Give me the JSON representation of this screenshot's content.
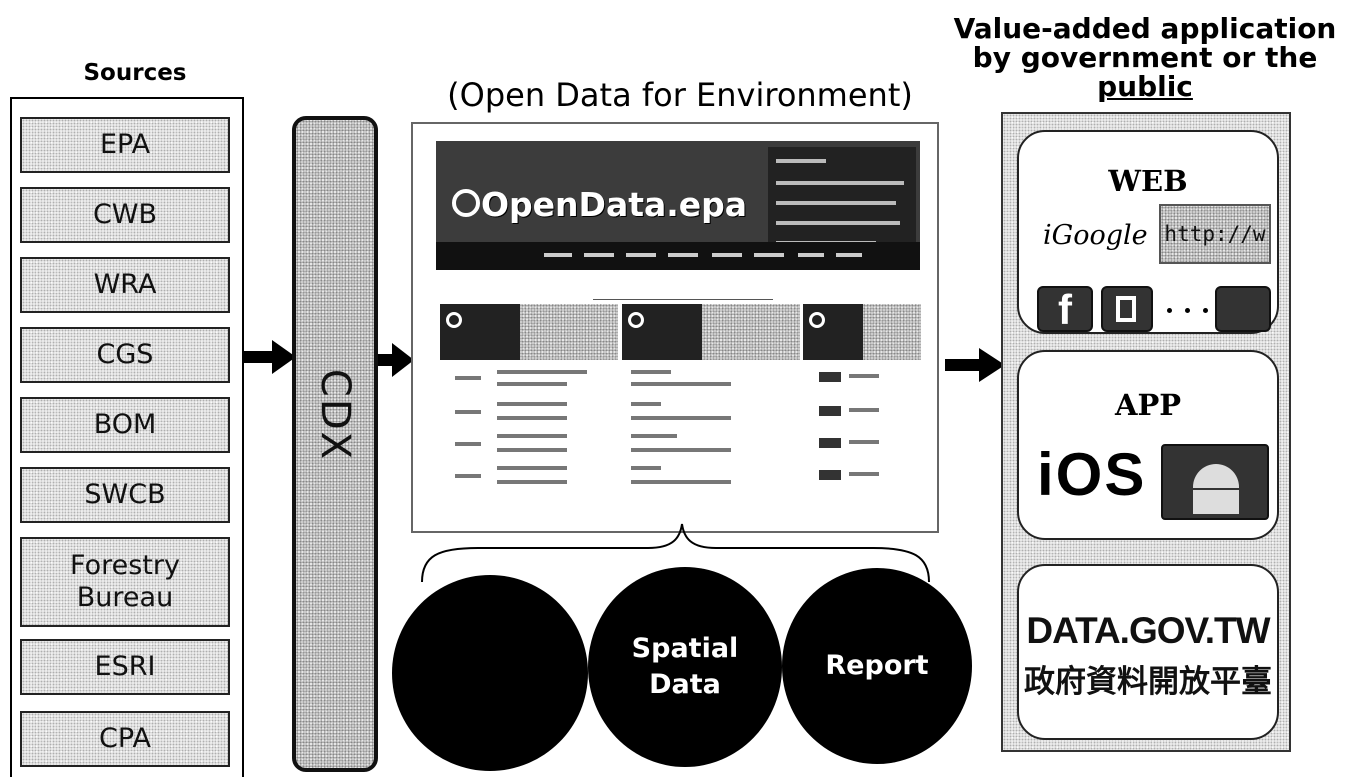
{
  "headings": {
    "sources": "Sources",
    "open_data": "(Open Data for Environment)",
    "value_added_line1": "Value-added application",
    "value_added_line2": "by government or the",
    "value_added_line3": "public"
  },
  "sources": [
    "EPA",
    "CWB",
    "WRA",
    "CGS",
    "BOM",
    "SWCB",
    "Forestry Bureau",
    "ESRI",
    "CPA"
  ],
  "cdx_label": "CDX",
  "website": {
    "logo_text": "OpenData.epa"
  },
  "outputs": [
    "",
    "Spatial Data",
    "Report"
  ],
  "applications": {
    "web_title": "WEB",
    "igoogle": "iGoogle",
    "http": "http://w",
    "app_title": "APP",
    "ios": "iOS",
    "data_gov_line1": "DATA.GOV.TW",
    "data_gov_line2": "政府資料開放平臺"
  },
  "colors": {
    "fill": "#000000",
    "background": "#ffffff",
    "pattern": "#cfcfcf"
  }
}
